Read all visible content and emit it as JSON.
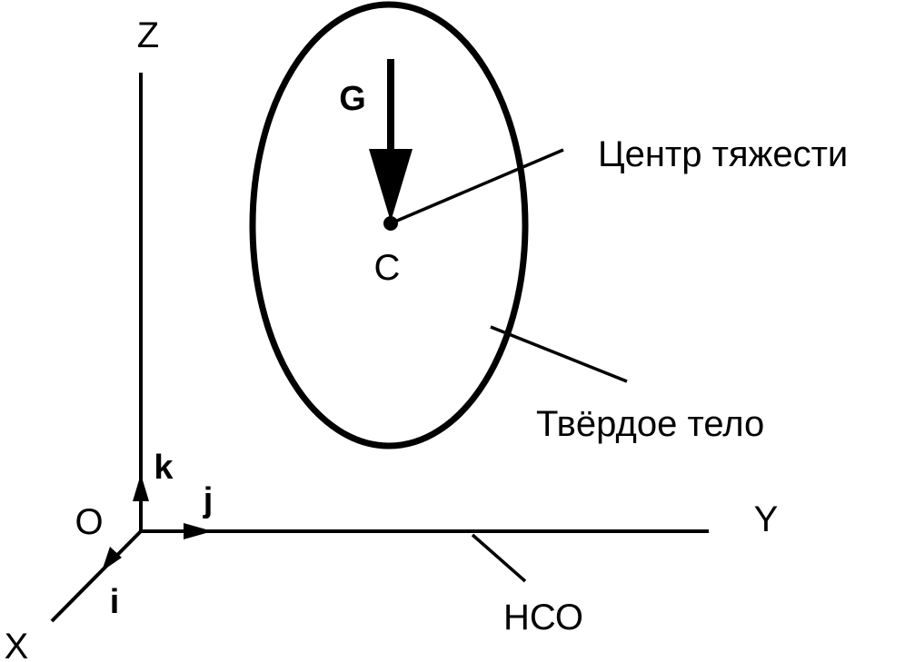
{
  "labels": {
    "axis_z": "Z",
    "axis_y": "Y",
    "axis_x": "X",
    "origin": "O",
    "unit_i": "i",
    "unit_j": "j",
    "unit_k": "k",
    "gravity": "G",
    "center_point": "C",
    "center_of_gravity": "Центр тяжести",
    "rigid_body": "Твёрдое тело",
    "frame": "НСО"
  },
  "colors": {
    "stroke": "#000000",
    "background": "#ffffff"
  }
}
